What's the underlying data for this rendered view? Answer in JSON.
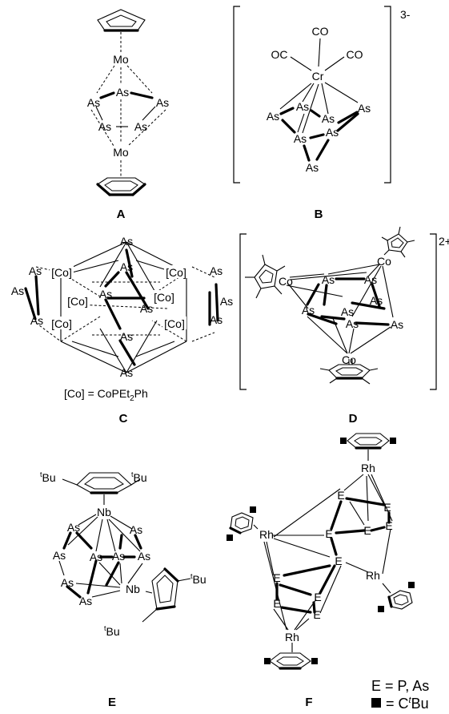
{
  "panels": {
    "A": {
      "caption": "A",
      "mo_top": "Mo",
      "mo_bottom": "Mo",
      "as_top": "As",
      "as_left": "As",
      "as_right": "As",
      "as_bl": "As",
      "as_br": "As"
    },
    "B": {
      "caption": "B",
      "co_top": "CO",
      "co_left": "OC",
      "co_right": "CO",
      "cr": "Cr",
      "charge": "3-",
      "as1": "As",
      "as2": "As",
      "as3": "As",
      "as4": "As",
      "as5": "As",
      "as6": "As",
      "as7": "As"
    },
    "C": {
      "caption": "C",
      "legend": "[Co] = CoPEt2Ph",
      "legend_main": "[Co] = CoPEt",
      "legend_sub": "2",
      "legend_tail": "Ph",
      "co_label": "[Co]",
      "as_label": "As"
    },
    "D": {
      "caption": "D",
      "charge": "2+",
      "co_label": "Co",
      "as_label": "As"
    },
    "E": {
      "caption": "E",
      "nb_label": "Nb",
      "as_label": "As",
      "tbu_sup": "t",
      "tbu_main": "Bu"
    },
    "F": {
      "caption": "F",
      "rh_label": "Rh",
      "e_label": "E",
      "legend_e": "E = P, As",
      "legend_sq_prefix": "= C",
      "legend_sq_sup": "t",
      "legend_sq_tail": "Bu"
    }
  }
}
